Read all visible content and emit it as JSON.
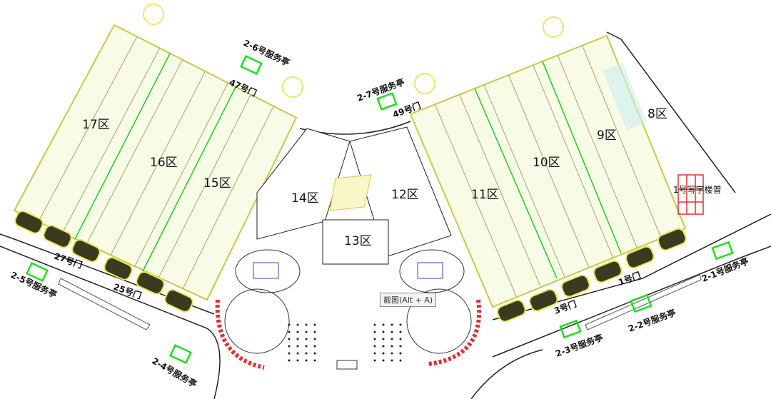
{
  "zones": {
    "z8": "8区",
    "z9": "9区",
    "z10": "10区",
    "z11": "11区",
    "z12": "12区",
    "z13": "13区",
    "z14": "14区",
    "z15": "15区",
    "z16": "16区",
    "z17": "17区"
  },
  "gates": {
    "g1": "1号门",
    "g3": "3号门",
    "g25": "25号门",
    "g27": "27号门",
    "g47": "47号门",
    "g49": "49号门"
  },
  "kiosks": {
    "k21": "2-1号服务亭",
    "k22": "2-2号服务亭",
    "k23": "2-3号服务亭",
    "k24": "2-4号服务亭",
    "k25": "2-5号服务亭",
    "k26": "2-6号服务亭",
    "k27": "2-7号服务亭"
  },
  "building": "1号写字楼普",
  "tooltip": "截图(Alt + A)",
  "colors": {
    "zone_fill": "#f8fbe6",
    "zone_border": "#22cc22",
    "kiosk": "#22dd22",
    "road": "#222222",
    "stripe": "#b8b87a",
    "red": "#e03030"
  }
}
